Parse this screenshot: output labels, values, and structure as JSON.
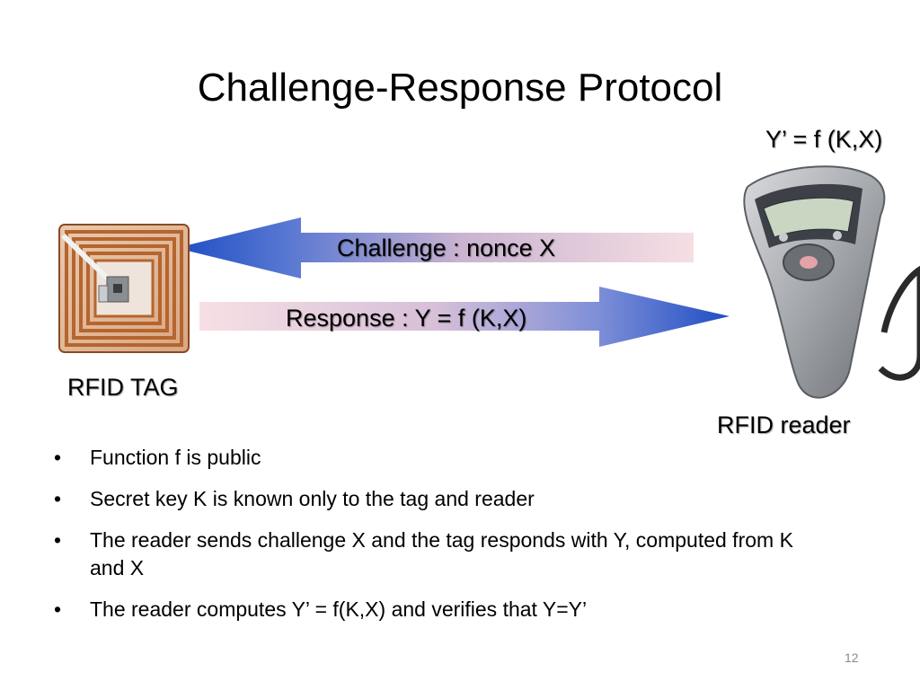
{
  "slide": {
    "title": "Challenge-Response Protocol",
    "reader_formula": "Y’ = f (K,X)",
    "challenge_label": "Challenge : nonce X",
    "response_label": "Response : Y = f (K,X)",
    "tag_label": "RFID TAG",
    "reader_label": "RFID reader",
    "bullets": [
      "Function f is public",
      "Secret key K is known only to the tag and reader",
      "The reader sends challenge X and the tag responds with Y, computed from K and X",
      "The reader computes Y’ = f(K,X) and verifies that Y=Y’"
    ],
    "page_number": "12"
  },
  "icons": {
    "tag": "rfid-tag-icon",
    "reader": "rfid-reader-icon"
  },
  "colors": {
    "arrow_blue": "#2e55c8",
    "arrow_pink": "#f3d6dc",
    "tag_copper": "#b5652e"
  }
}
